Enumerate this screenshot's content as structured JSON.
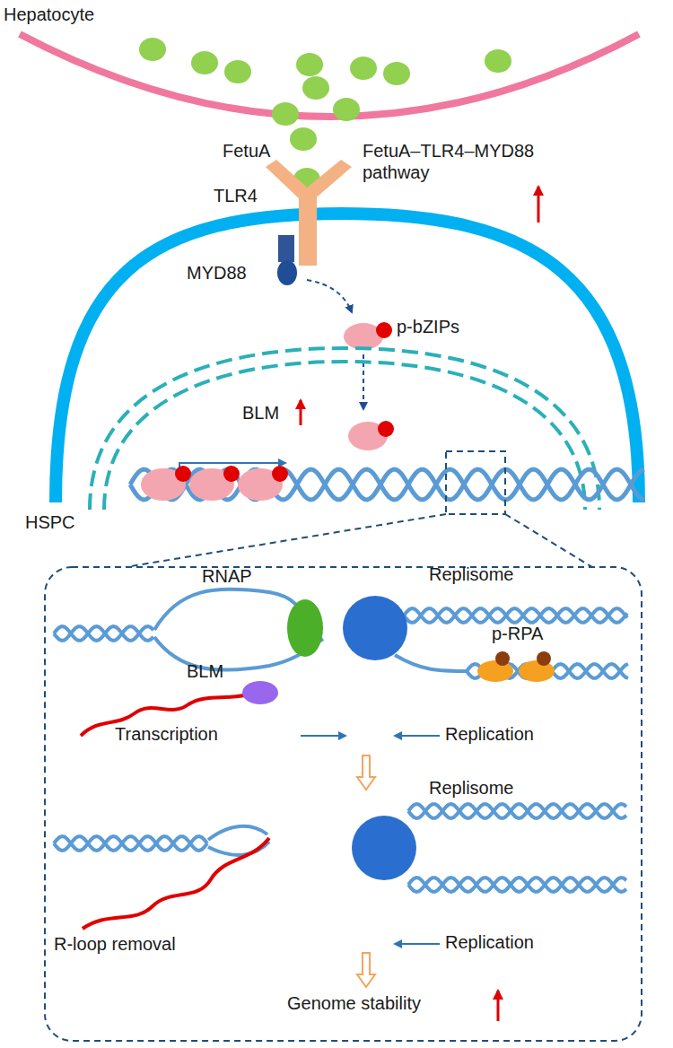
{
  "diagram": {
    "labels": [
      "Hepatocyte",
      "FetuA",
      "FetuA–TLR4–MYD88 pathway",
      "TLR4",
      "MYD88",
      "p-bZIPs",
      "BLM",
      "HSPC",
      "RNAP",
      "Replisome",
      "p-RPA",
      "BLM",
      "Transcription",
      "Replication",
      "Replisome",
      "R-loop removal",
      "Replication",
      "Genome stability"
    ]
  }
}
